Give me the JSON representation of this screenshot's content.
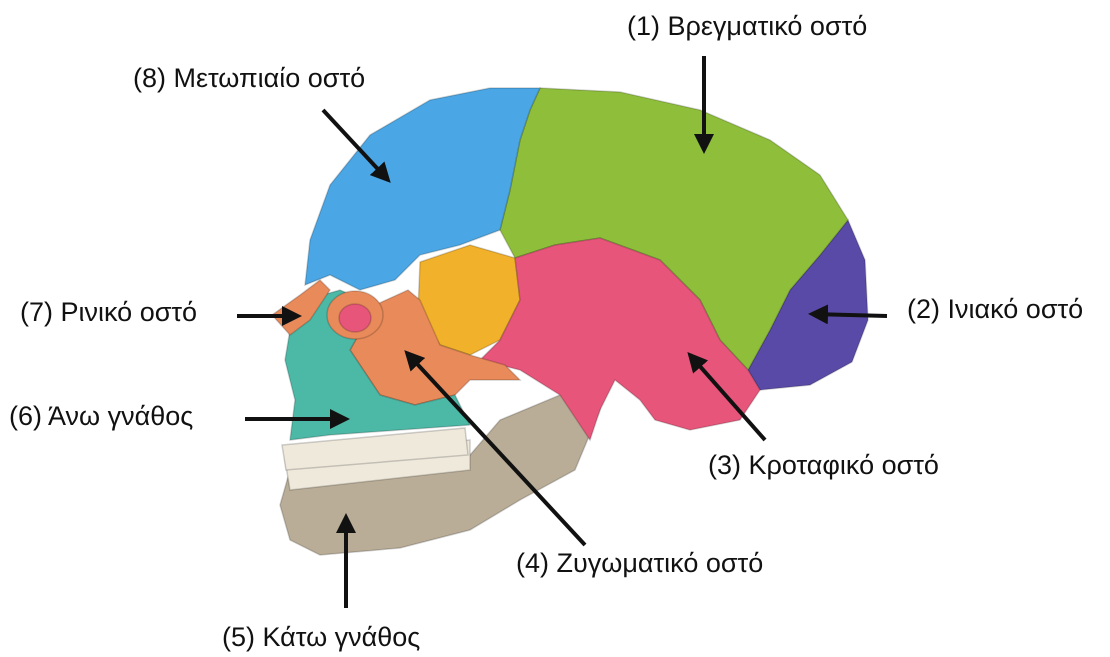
{
  "labels": {
    "parietal": "(1) Βρεγματικό οστό",
    "occipital": "(2) Ινιακό οστό",
    "temporal": "(3) Κροταφικό οστό",
    "zygomatic": "(4) Ζυγωματικό οστό",
    "mandible": "(5) Κάτω γνάθος",
    "maxilla": "(6) Άνω γνάθος",
    "nasal": "(7) Ρινικό οστό",
    "frontal": "(8) Μετωπιαίο οστό"
  },
  "colors": {
    "frontal": "#4aa6e4",
    "parietal": "#8fbf3a",
    "occipital": "#5a4aa8",
    "temporal": "#e7557a",
    "zygomatic": "#e98a5a",
    "sphenoid": "#f2b12a",
    "nasal": "#e98a5a",
    "maxilla": "#4cb8a6",
    "mandible": "#b9ad97",
    "teeth": "#efe9dc",
    "arrow": "#111111"
  }
}
